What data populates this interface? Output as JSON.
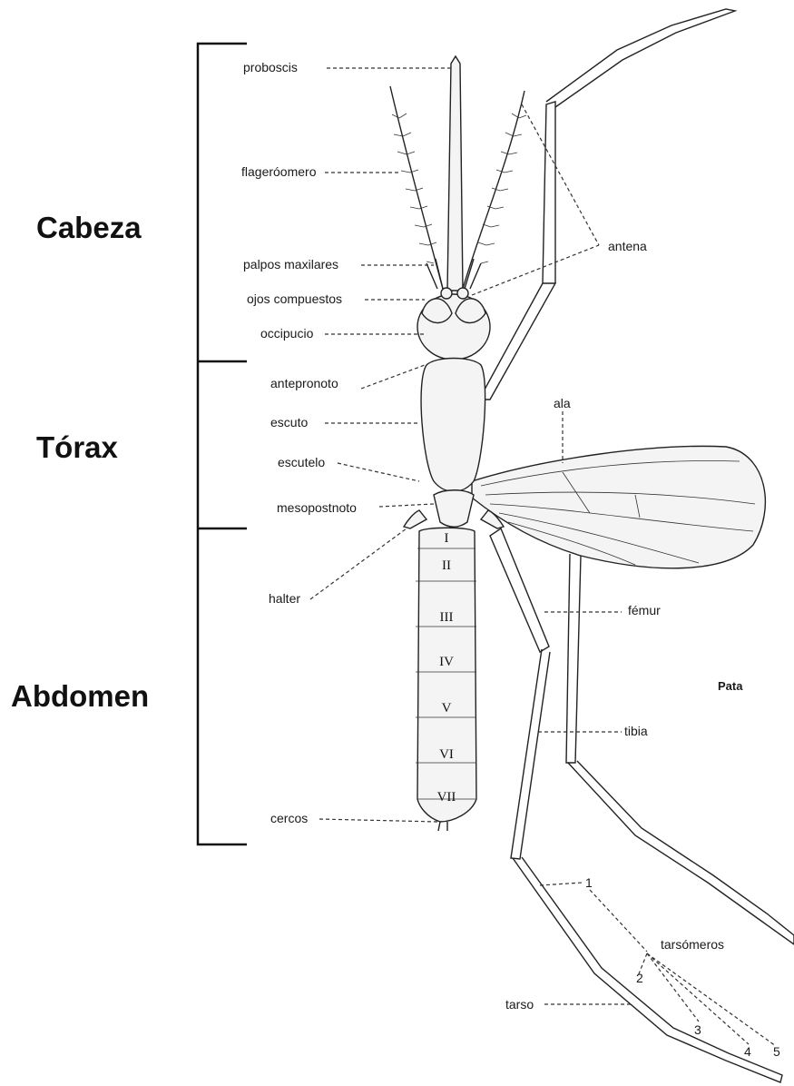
{
  "regions": {
    "head": "Cabeza",
    "thorax": "Tórax",
    "abdomen": "Abdomen"
  },
  "labels": {
    "proboscis": "proboscis",
    "flagellomere": "flageróomero",
    "maxillary_palps": "palpos maxilares",
    "compound_eyes": "ojos compuestos",
    "occiput": "occipucio",
    "antepronotum": "antepronoto",
    "scutum": "escuto",
    "scutellum": "escutelo",
    "mesopostnotum": "mesopostnoto",
    "halter": "halter",
    "cerci": "cercos",
    "antenna": "antena",
    "wing": "ala",
    "femur": "fémur",
    "leg": "Pata",
    "tibia": "tibia",
    "tarsomeres": "tarsómeros",
    "tarsus": "tarso"
  },
  "tarsomere_numbers": [
    "1",
    "2",
    "3",
    "4",
    "5"
  ],
  "abdominal_segments": [
    "I",
    "II",
    "III",
    "IV",
    "V",
    "VI",
    "VII"
  ]
}
